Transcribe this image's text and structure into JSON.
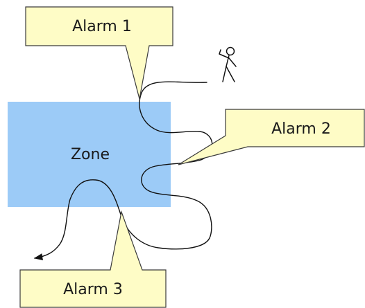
{
  "zone": {
    "label": "Zone",
    "color": "#9ccbf7"
  },
  "alarms": [
    {
      "label": "Alarm 1"
    },
    {
      "label": "Alarm 2"
    },
    {
      "label": "Alarm 3"
    }
  ],
  "colors": {
    "callout_fill": "#fefcc6",
    "callout_stroke": "#3a3a3a",
    "line": "#111111"
  },
  "icons": {
    "person": "stick-figure-icon",
    "path_end": "arrowhead-icon"
  }
}
